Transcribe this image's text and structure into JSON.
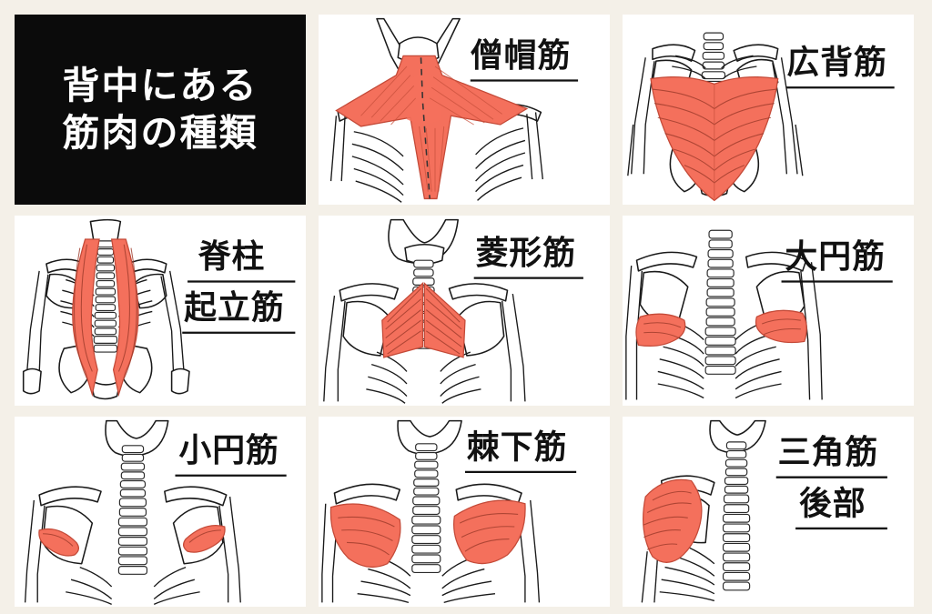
{
  "background_color": "#f4f0e8",
  "title_card": {
    "background_color": "#0b0b0b",
    "text_color": "#ffffff",
    "line1": "背中にある",
    "line2": "筋肉の種類"
  },
  "palette": {
    "muscle_fill": "#f4705c",
    "muscle_stroke": "#c44a38",
    "bone_stroke": "#1a1a1a",
    "panel_background": "#ffffff",
    "label_color": "#111111"
  },
  "panels": [
    {
      "id": "trapezius",
      "label_lines": [
        "僧帽筋"
      ],
      "figure": "upper-back-trapezius",
      "highlighted_muscle": "僧帽筋"
    },
    {
      "id": "latissimus-dorsi",
      "label_lines": [
        "広背筋"
      ],
      "figure": "full-back-latissimus",
      "highlighted_muscle": "広背筋"
    },
    {
      "id": "erector-spinae",
      "label_lines": [
        "脊柱",
        "起立筋"
      ],
      "figure": "full-back-erector-spinae",
      "highlighted_muscle": "脊柱起立筋"
    },
    {
      "id": "rhomboids",
      "label_lines": [
        "菱形筋"
      ],
      "figure": "upper-back-rhomboids",
      "highlighted_muscle": "菱形筋"
    },
    {
      "id": "teres-major",
      "label_lines": [
        "大円筋"
      ],
      "figure": "upper-back-teres-major",
      "highlighted_muscle": "大円筋"
    },
    {
      "id": "teres-minor",
      "label_lines": [
        "小円筋"
      ],
      "figure": "upper-back-teres-minor",
      "highlighted_muscle": "小円筋"
    },
    {
      "id": "infraspinatus",
      "label_lines": [
        "棘下筋"
      ],
      "figure": "upper-back-infraspinatus",
      "highlighted_muscle": "棘下筋"
    },
    {
      "id": "posterior-deltoid",
      "label_lines": [
        "三角筋",
        "後部"
      ],
      "figure": "upper-back-posterior-deltoid",
      "highlighted_muscle": "三角筋後部"
    }
  ]
}
